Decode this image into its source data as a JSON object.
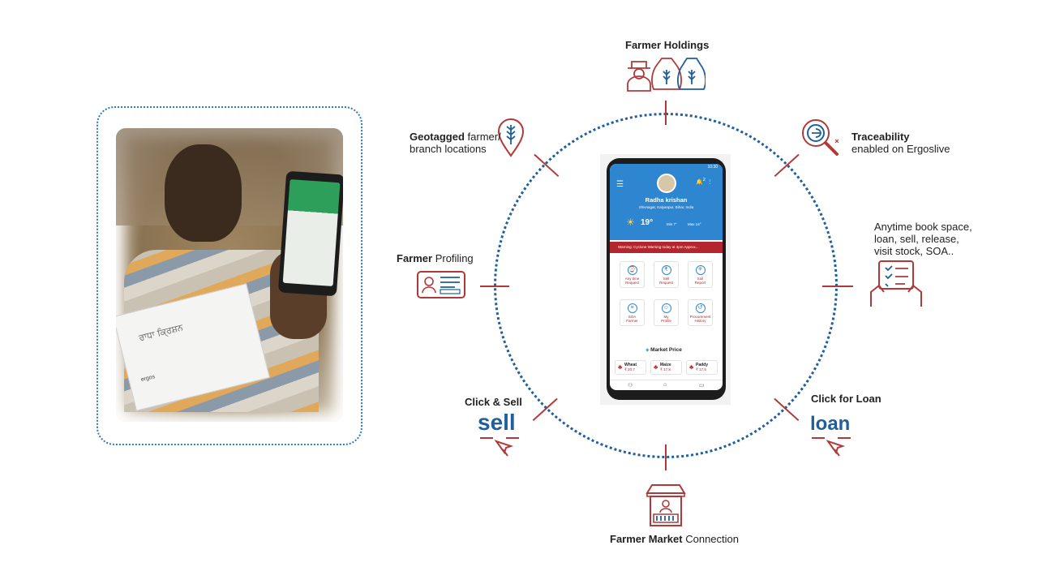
{
  "diagram": {
    "farmer_holdings": "Farmer Holdings",
    "geotagged": {
      "bold": "Geotagged",
      "rest1": " farmer/",
      "rest2": "branch locations"
    },
    "traceability": {
      "bold": "Traceability",
      "rest": "enabled on Ergoslive"
    },
    "anytime": [
      "Anytime book space,",
      "loan, sell, release,",
      "visit stock, SOA.."
    ],
    "profiling": {
      "bold": "Farmer",
      "rest": " Profiling"
    },
    "click_sell": "Click & Sell",
    "sell_word": "sell",
    "click_loan": "Click for Loan",
    "loan_word": "loan",
    "market_connection": {
      "bold": "Farmer Market",
      "rest": " Connection"
    }
  },
  "photo": {
    "envelope_text": "ਰਾਧਾ ਕ੍ਰਿਸ਼ਨ",
    "envelope_logo": "ergos"
  },
  "phone": {
    "status_time": "10:30",
    "notif_count": "2",
    "user_name": "Radha krishan",
    "address": "Shivnagar, Kalyanpur, Bihar, India",
    "temperature": "19°",
    "min_temp": "Min 7°",
    "max_temp": "Max 14°",
    "warning": "Warning: Cyclone Warning today at 3pm Approx...",
    "tiles": [
      {
        "label1": "Any time",
        "label2": "Request",
        "icon": "calendar-icon",
        "glyph": "⌚"
      },
      {
        "label1": "Sell",
        "label2": "Request",
        "icon": "sell-icon",
        "glyph": "₹"
      },
      {
        "label1": "Soil",
        "label2": "Report",
        "icon": "soil-icon",
        "glyph": "⚘"
      },
      {
        "label1": "SOA",
        "label2": "Farmer",
        "icon": "soa-icon",
        "glyph": "≡"
      },
      {
        "label1": "My",
        "label2": "Profile",
        "icon": "profile-icon",
        "glyph": "☺"
      },
      {
        "label1": "Procurement",
        "label2": "History",
        "icon": "history-icon",
        "glyph": "↺"
      }
    ],
    "market_price_title": "Market Price",
    "prices": [
      {
        "crop": "Wheat",
        "value": "₹ 20.7"
      },
      {
        "crop": "Maize",
        "value": "₹ 17.8"
      },
      {
        "crop": "Paddy",
        "value": "₹ 17.5"
      }
    ]
  },
  "colors": {
    "accent_red": "#b03a3a",
    "accent_blue": "#1f5f9c",
    "app_blue": "#2e86d1"
  }
}
